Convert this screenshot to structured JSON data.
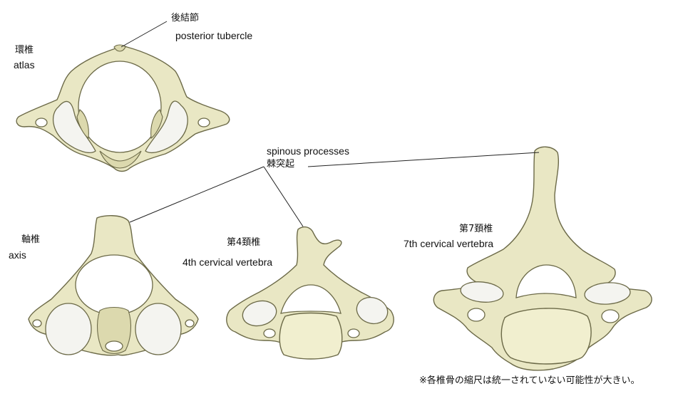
{
  "labels": {
    "posterior_tubercle_jp": "後結節",
    "posterior_tubercle_en": "posterior tubercle",
    "atlas_jp": "環椎",
    "atlas_en": "atlas",
    "spinous_en": "spinous processes",
    "spinous_jp": "棘突起",
    "axis_jp": "軸椎",
    "axis_en": "axis",
    "c4_jp": "第4頚椎",
    "c4_en": "4th cervical vertebra",
    "c7_jp": "第7頚椎",
    "c7_en": "7th cervical vertebra",
    "note": "※各椎骨の縮尺は統一されていない可能性が大きい。"
  }
}
